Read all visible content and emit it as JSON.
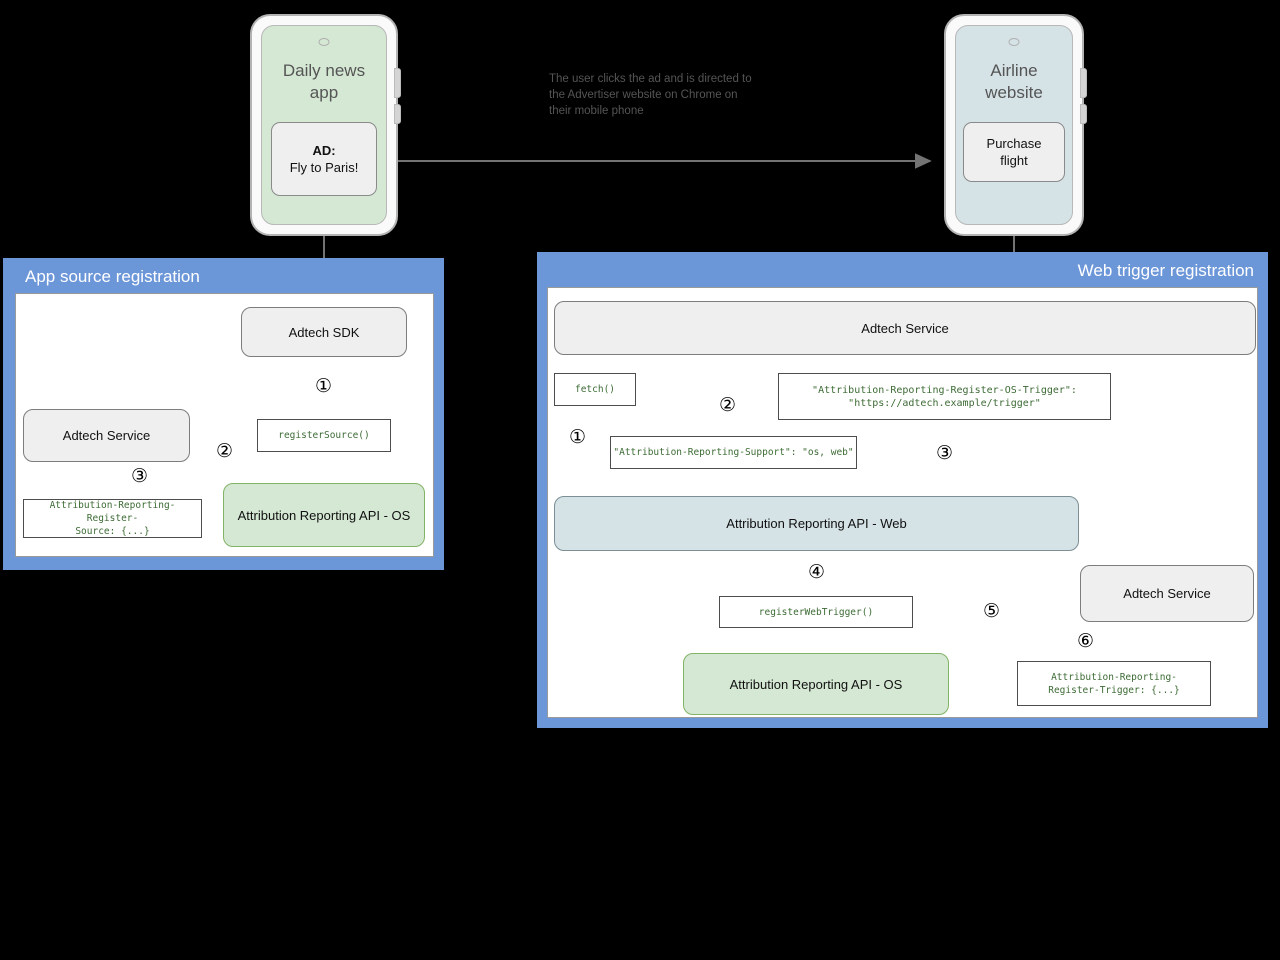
{
  "caption": {
    "line1": "The user clicks the ad and is directed to",
    "line2": "the Advertiser website on Chrome on",
    "line3": "their mobile phone"
  },
  "phones": {
    "left": {
      "title_line1": "Daily news",
      "title_line2": "app",
      "card_line1": "AD:",
      "card_line2": "Fly to Paris!",
      "screen_color": "#d5e8d4"
    },
    "right": {
      "title_line1": "Airline",
      "title_line2": "website",
      "card_line1": "Purchase",
      "card_line2": "flight",
      "screen_color": "#d5e2e6"
    }
  },
  "left_panel": {
    "title": "App source registration",
    "nodes": {
      "sdk": "Adtech SDK",
      "adtech_service": "Adtech Service",
      "api_os": "Attribution Reporting API - OS"
    },
    "code": {
      "register_source": "registerSource()",
      "header_register_source_l1": "Attribution-Reporting-Register-",
      "header_register_source_l2": "Source: {...}"
    },
    "steps": {
      "one": "①",
      "two": "②",
      "three": "③"
    }
  },
  "right_panel": {
    "title": "Web trigger registration",
    "nodes": {
      "adtech_service_top": "Adtech Service",
      "api_web": "Attribution Reporting API - Web",
      "api_os": "Attribution Reporting API - OS",
      "adtech_service_bottom": "Adtech Service"
    },
    "code": {
      "fetch": "fetch()",
      "support_header": "\"Attribution-Reporting-Support\": \"os, web\"",
      "register_os_trigger_l1": "\"Attribution-Reporting-Register-OS-Trigger\":",
      "register_os_trigger_l2": "\"https://adtech.example/trigger\"",
      "register_web_trigger": "registerWebTrigger()",
      "register_trigger_l1": "Attribution-Reporting-",
      "register_trigger_l2": "Register-Trigger: {...}"
    },
    "steps": {
      "one": "①",
      "two": "②",
      "three": "③",
      "four": "④",
      "five": "⑤",
      "six": "⑥"
    }
  },
  "colors": {
    "panel_blue": "#6b96d8",
    "green_fill": "#d5e8d4",
    "bluegrey_fill": "#d5e2e6",
    "grey_fill": "#efefef",
    "arrow": "#737373",
    "code_text": "#3d6b35"
  }
}
